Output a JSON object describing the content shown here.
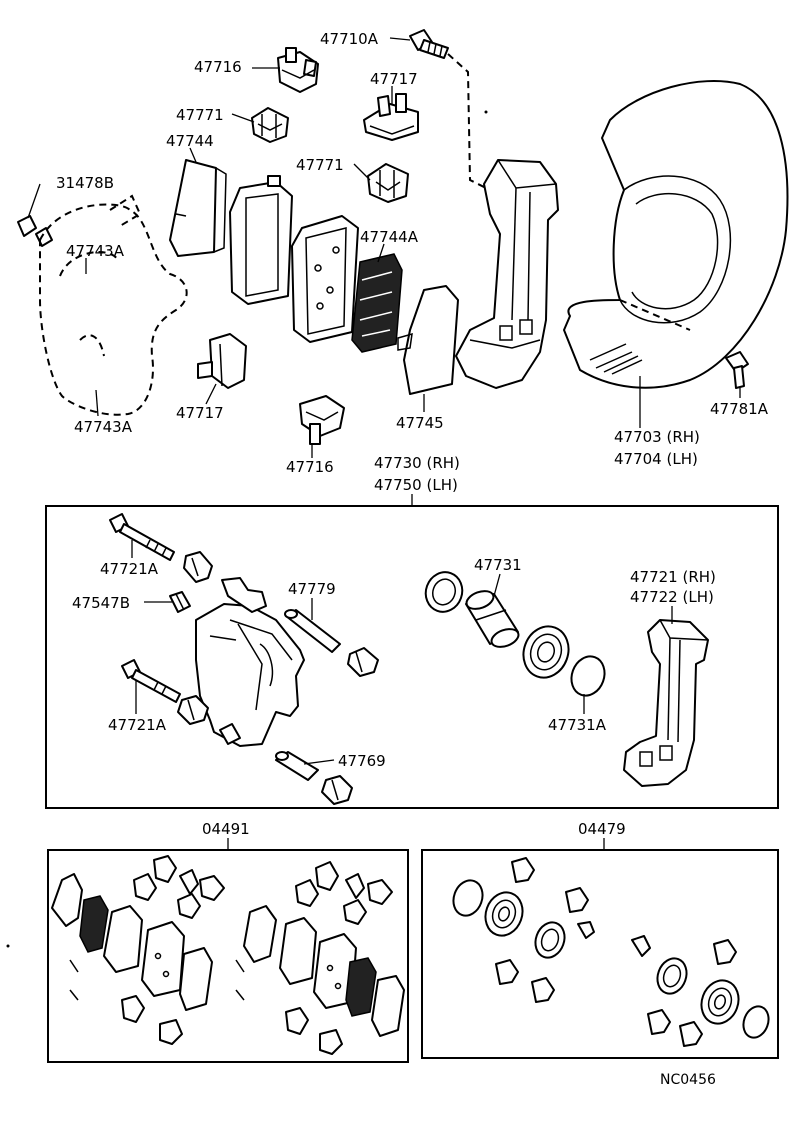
{
  "diagram_id": "NC0456",
  "labels": {
    "l47710A": "47710A",
    "l47716a": "47716",
    "l47717a": "47717",
    "l47771a": "47771",
    "l47744": "47744",
    "l47771b": "47771",
    "l31478B": "31478B",
    "l47743Aa": "47743A",
    "l47744A": "47744A",
    "l47743Ab": "47743A",
    "l47717b": "47717",
    "l47716b": "47716",
    "l47745": "47745",
    "l47730": "47730 (RH)",
    "l47750": "47750 (LH)",
    "l47703": "47703 (RH)",
    "l47704": "47704 (LH)",
    "l47781A": "47781A",
    "l47721Aa": "47721A",
    "l47547B": "47547B",
    "l47779": "47779",
    "l47731": "47731",
    "l47721": "47721 (RH)",
    "l47722": "47722 (LH)",
    "l47721Ab": "47721A",
    "l47731A": "47731A",
    "l47769": "47769",
    "l04491": "04491",
    "l04479": "04479"
  },
  "colors": {
    "line": "#000000",
    "background": "#ffffff",
    "shade": "#222222"
  }
}
